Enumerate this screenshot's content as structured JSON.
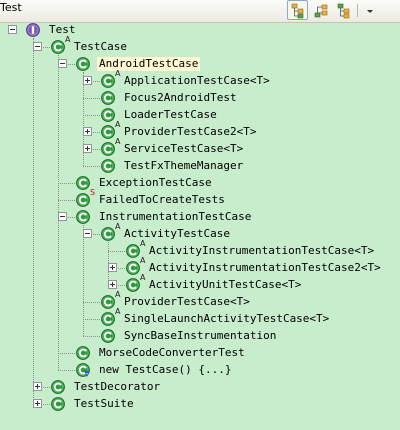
{
  "view": {
    "title": "Test",
    "toolbar": [
      {
        "name": "show-hierarchy-icon",
        "pressed": true
      },
      {
        "name": "show-supertype-icon",
        "pressed": false
      },
      {
        "name": "show-subtype-icon",
        "pressed": false
      },
      {
        "name": "view-menu-arrow-icon",
        "pressed": false
      }
    ]
  },
  "icons": {
    "class": "class-icon",
    "interface": "interface-icon",
    "anonymous": "anonymous-class-icon"
  },
  "colors": {
    "class": "#2c9c3c",
    "interface": "#7b57b5",
    "background": "#c7edcc",
    "selection": "#fff7d3"
  },
  "tree": {
    "rows": [
      {
        "label": "Test",
        "depth": 0,
        "expander": "expanded",
        "icon": "interface"
      },
      {
        "label": "TestCase",
        "depth": 1,
        "expander": "expanded",
        "icon": "class",
        "badge": "A"
      },
      {
        "label": "AndroidTestCase",
        "depth": 2,
        "expander": "expanded",
        "icon": "class",
        "selected": true
      },
      {
        "label": "ApplicationTestCase<T>",
        "depth": 3,
        "expander": "collapsed",
        "icon": "class",
        "badge": "A"
      },
      {
        "label": "Focus2AndroidTest",
        "depth": 3,
        "icon": "class"
      },
      {
        "label": "LoaderTestCase",
        "depth": 3,
        "icon": "class"
      },
      {
        "label": "ProviderTestCase2<T>",
        "depth": 3,
        "expander": "collapsed",
        "icon": "class",
        "badge": "A"
      },
      {
        "label": "ServiceTestCase<T>",
        "depth": 3,
        "expander": "collapsed",
        "icon": "class",
        "badge": "A"
      },
      {
        "label": "TestFxThemeManager",
        "depth": 3,
        "icon": "class"
      },
      {
        "label": "ExceptionTestCase",
        "depth": 2,
        "icon": "class"
      },
      {
        "label": "FailedToCreateTests",
        "depth": 2,
        "icon": "class",
        "badge": "S"
      },
      {
        "label": "InstrumentationTestCase",
        "depth": 2,
        "expander": "expanded",
        "icon": "class"
      },
      {
        "label": "ActivityTestCase",
        "depth": 3,
        "expander": "expanded",
        "icon": "class",
        "badge": "A"
      },
      {
        "label": "ActivityInstrumentationTestCase<T>",
        "depth": 4,
        "icon": "class",
        "badge": "A"
      },
      {
        "label": "ActivityInstrumentationTestCase2<T>",
        "depth": 4,
        "expander": "collapsed",
        "icon": "class",
        "badge": "A"
      },
      {
        "label": "ActivityUnitTestCase<T>",
        "depth": 4,
        "expander": "collapsed",
        "icon": "class",
        "badge": "A"
      },
      {
        "label": "ProviderTestCase<T>",
        "depth": 3,
        "icon": "class",
        "badge": "A"
      },
      {
        "label": "SingleLaunchActivityTestCase<T>",
        "depth": 3,
        "icon": "class",
        "badge": "A"
      },
      {
        "label": "SyncBaseInstrumentation",
        "depth": 3,
        "icon": "class"
      },
      {
        "label": "MorseCodeConverterTest",
        "depth": 2,
        "icon": "class"
      },
      {
        "label": "new TestCase() {...}",
        "depth": 2,
        "icon": "anonymous"
      },
      {
        "label": "TestDecorator",
        "depth": 1,
        "expander": "collapsed",
        "icon": "class"
      },
      {
        "label": "TestSuite",
        "depth": 1,
        "expander": "collapsed",
        "icon": "class"
      }
    ]
  }
}
